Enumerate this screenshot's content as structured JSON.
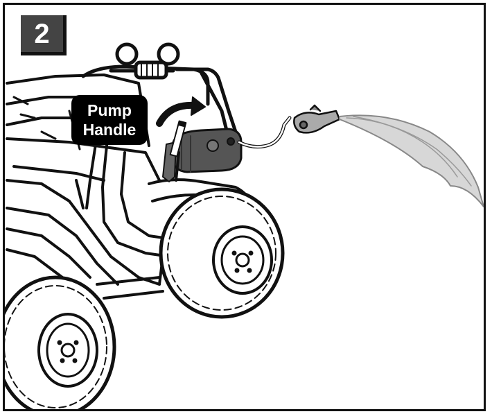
{
  "step": {
    "number": "2"
  },
  "callout": {
    "line1": "Pump",
    "line2": "Handle"
  },
  "colors": {
    "ink": "#111111",
    "tank": "#555555",
    "badge": "#444444",
    "spray": "#bdbdbd"
  },
  "icons": {
    "arrow": "curved-arrow-icon"
  }
}
